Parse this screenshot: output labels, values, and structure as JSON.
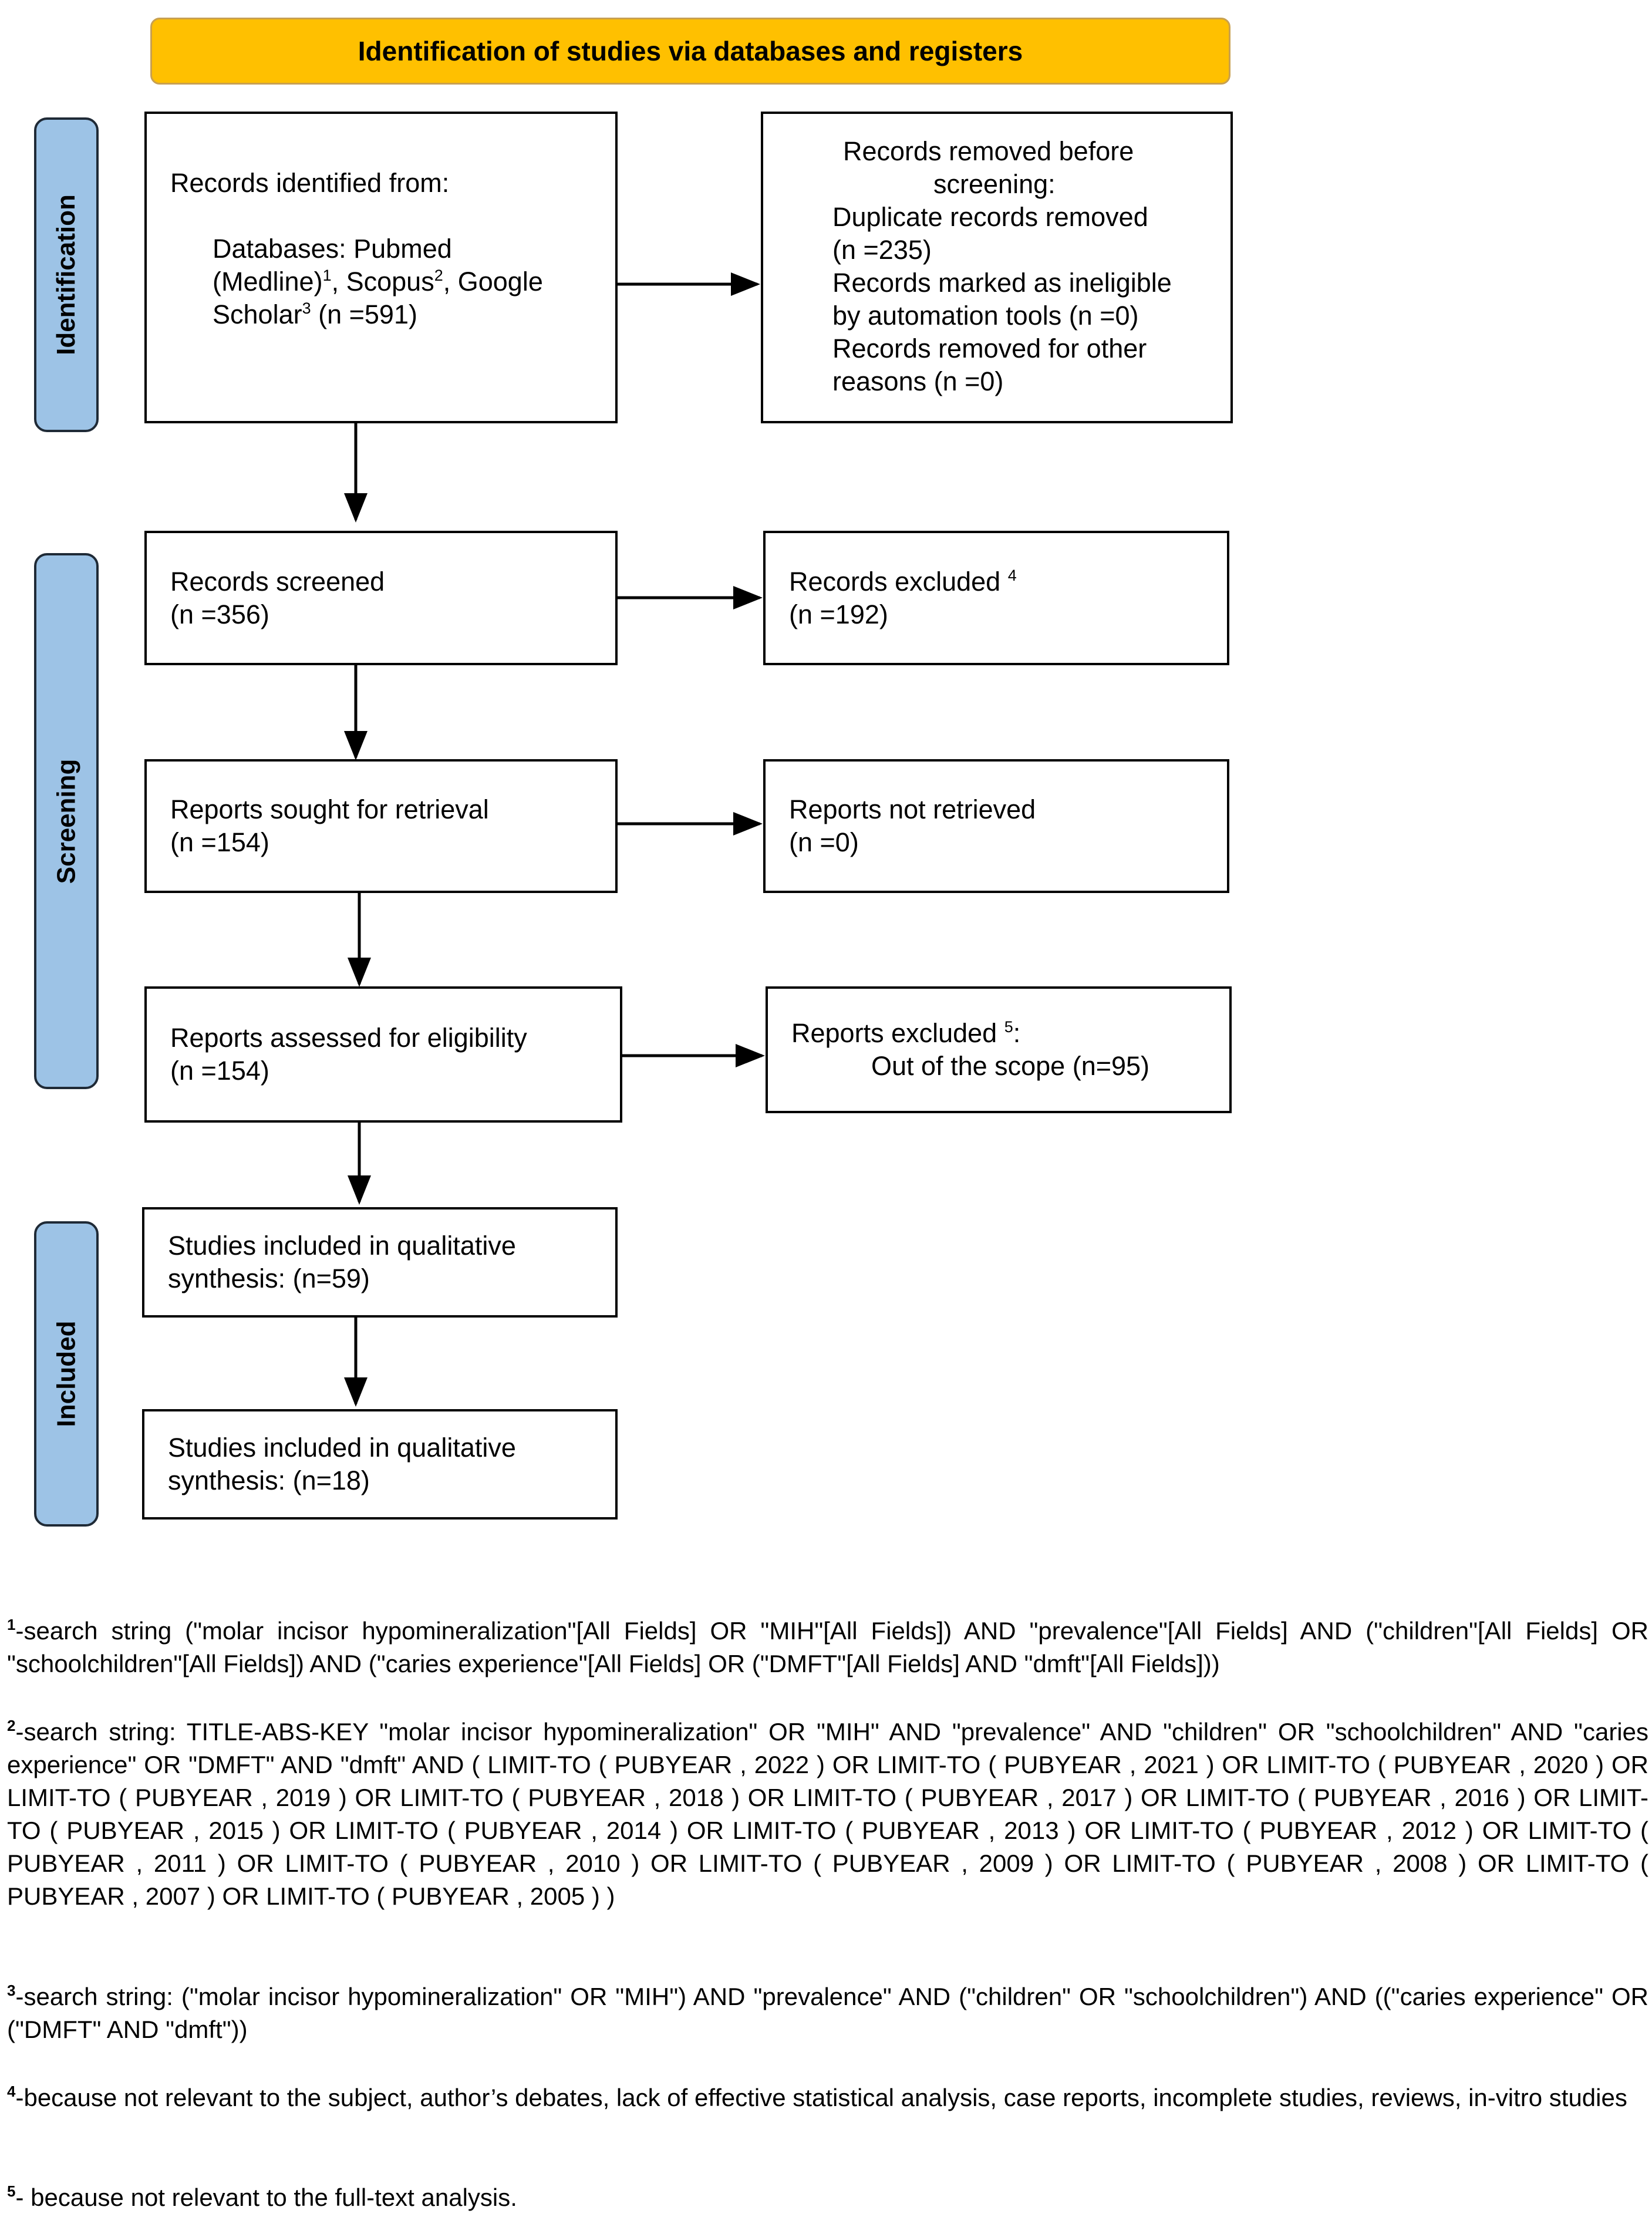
{
  "banner": {
    "title": "Identification of studies via databases and registers"
  },
  "stages": {
    "identification": "Identification",
    "screening": "Screening",
    "included": "Included"
  },
  "identification": {
    "records_identified": {
      "heading": "Records identified from:",
      "db_line1": "Databases: Pubmed",
      "db_line2a": "(Medline)",
      "sup1": "1",
      "db_line2b": ", Scopus",
      "sup2": "2",
      "db_line2c": ", Google",
      "db_line3a": "Scholar",
      "sup3": "3",
      "db_line3b": " (n =591)"
    },
    "records_removed": {
      "line1": "Records removed before",
      "line2": "screening:",
      "line3": "Duplicate records removed",
      "line4": "(n =235)",
      "line5": "Records marked as ineligible",
      "line6": "by automation tools (n =0)",
      "line7": "Records removed for other",
      "line8": "reasons (n =0)"
    }
  },
  "screening": {
    "screened": {
      "line1": "Records screened",
      "line2": "(n =356)"
    },
    "excluded": {
      "line1": "Records excluded ",
      "sup": "4",
      "line2": "(n =192)"
    },
    "sought": {
      "line1": "Reports sought for retrieval",
      "line2": "(n =154)"
    },
    "not_retrieved": {
      "line1": "Reports not retrieved",
      "line2": "(n =0)"
    },
    "assessed": {
      "line1": "Reports assessed for eligibility",
      "line2": "(n =154)"
    },
    "reports_excluded": {
      "line1a": "Reports excluded ",
      "sup": "5",
      "line1b": ":",
      "line2": "Out of the scope (n=95)"
    }
  },
  "included": {
    "qualitative": {
      "line1": "Studies included in qualitative",
      "line2": "synthesis: (n=59)"
    },
    "second": {
      "line1": "Studies included in qualitative",
      "line2": "synthesis: (n=18)"
    }
  },
  "footnotes": [
    {
      "num": "1",
      "text": "-search string (\"molar incisor hypomineralization\"[All Fields] OR \"MIH\"[All Fields]) AND \"prevalence\"[All Fields] AND (\"children\"[All Fields] OR \"schoolchildren\"[All Fields]) AND (\"caries experience\"[All Fields] OR (\"DMFT\"[All Fields] AND \"dmft\"[All Fields]))"
    },
    {
      "num": "2",
      "text": "-search string: TITLE-ABS-KEY \"molar incisor hypomineralization\" OR \"MIH\" AND \"prevalence\" AND \"children\" OR \"schoolchildren\" AND \"caries experience\" OR \"DMFT\" AND \"dmft\" AND ( LIMIT-TO ( PUBYEAR , 2022 ) OR LIMIT-TO ( PUBYEAR , 2021 ) OR LIMIT-TO ( PUBYEAR , 2020 ) OR LIMIT-TO ( PUBYEAR , 2019 ) OR LIMIT-TO ( PUBYEAR , 2018 ) OR LIMIT-TO ( PUBYEAR , 2017 ) OR LIMIT-TO ( PUBYEAR , 2016 ) OR LIMIT-TO ( PUBYEAR , 2015 ) OR LIMIT-TO ( PUBYEAR , 2014 ) OR LIMIT-TO ( PUBYEAR , 2013 ) OR LIMIT-TO ( PUBYEAR , 2012 ) OR LIMIT-TO ( PUBYEAR , 2011 ) OR LIMIT-TO ( PUBYEAR , 2010 ) OR LIMIT-TO ( PUBYEAR , 2009 ) OR LIMIT-TO ( PUBYEAR , 2008 ) OR LIMIT-TO ( PUBYEAR , 2007 ) OR LIMIT-TO ( PUBYEAR , 2005 ) )"
    },
    {
      "num": "3",
      "text": "-search string: (\"molar incisor hypomineralization\" OR \"MIH\") AND \"prevalence\" AND (\"children\" OR \"schoolchildren\") AND ((\"caries experience\" OR (\"DMFT\" AND \"dmft\"))"
    },
    {
      "num": "4",
      "text": "-because not relevant to the subject, author’s debates, lack of effective statistical analysis, case reports, incomplete studies, reviews, in-vitro studies"
    },
    {
      "num": "5",
      "text": "- because not relevant to the full-text analysis."
    }
  ]
}
